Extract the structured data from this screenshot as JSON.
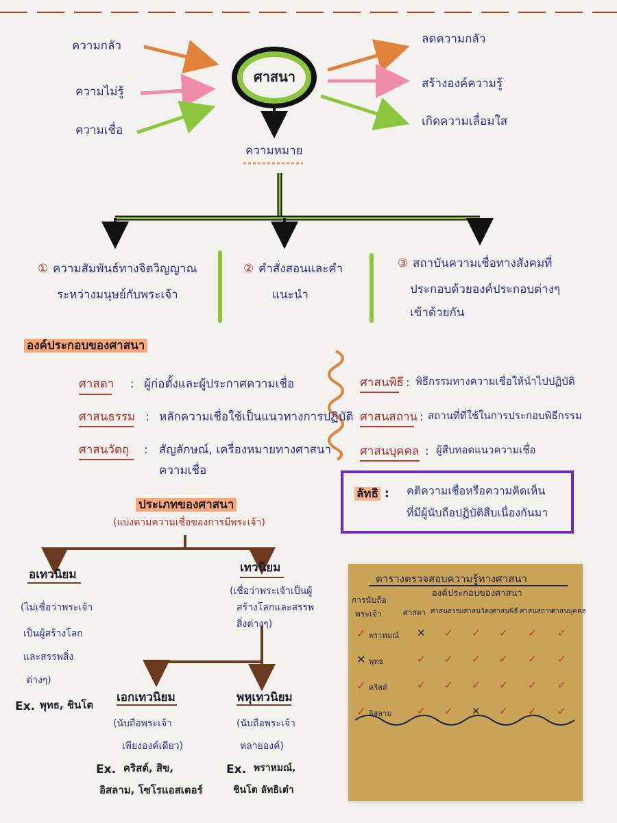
{
  "center": {
    "label": "ศาสนา"
  },
  "inputs": [
    "ความกลัว",
    "ความไม่รู้",
    "ความเชื่อ"
  ],
  "outputs": [
    "ลดความกลัว",
    "สร้างองค์ความรู้",
    "เกิดความเลื่อมใส"
  ],
  "meaning": {
    "title": "ความหมาย",
    "items": [
      {
        "num": "①",
        "line1": "ความสัมพันธ์ทางจิตวิญญาณ",
        "line2": "ระหว่างมนุษย์กับพระเจ้า"
      },
      {
        "num": "②",
        "line1": "คำสั่งสอนและคำ",
        "line2": "แนะนำ"
      },
      {
        "num": "③",
        "line1": "สถาบันความเชื่อทางสังคมที่",
        "line2": "ประกอบด้วยองค์ประกอบต่างๆ",
        "line3": "เข้าด้วยกัน"
      }
    ]
  },
  "components": {
    "title": "องค์ประกอบของศาสนา",
    "left": [
      {
        "term": "ศาสดา",
        "def": "ผู้ก่อตั้งและผู้ประกาศความเชื่อ"
      },
      {
        "term": "ศาสนธรรม",
        "def": "หลักความเชื่อใช้เป็นแนวทางการปฏิบัติ"
      },
      {
        "term": "ศาสนวัตถุ",
        "def": "สัญลักษณ์, เครื่องหมายทางศาสนา",
        "def2": "ความเชื่อ"
      }
    ],
    "right": [
      {
        "term": "ศาสนพิธี",
        "def": "พิธีกรรมทางความเชื่อให้นำไปปฏิบัติ"
      },
      {
        "term": "ศาสนสถาน",
        "def": "สถานที่ที่ใช้ในการประกอบพิธีกรรม"
      },
      {
        "term": "ศาสนบุคคล",
        "def": "ผู้สืบทอดแนวความเชื่อ"
      }
    ]
  },
  "cult": {
    "term": "ลัทธิ",
    "line1": "คติความเชื่อหรือความคิดเห็น",
    "line2": "ที่มีผู้นับถือปฏิบัติสืบเนื่องกันมา"
  },
  "types": {
    "title": "ประเภทของศาสนา",
    "subtitle": "(แบ่งตามความเชื่อของการมีพระเจ้า)",
    "atheism": {
      "name": "อเทวนิยม",
      "desc": [
        "(ไม่เชื่อว่าพระเจ้า",
        "เป็นผู้สร้างโลก",
        "และสรรพสิ่ง",
        "ต่างๆ)"
      ],
      "ex_label": "Ex.",
      "ex": "พุทธ, ชินโต"
    },
    "theism": {
      "name": "เทวนิยม",
      "desc": [
        "(เชื่อว่าพระเจ้าเป็นผู้",
        "สร้างโลกและสรรพ",
        "สิ่งต่างๆ)"
      ]
    },
    "mono": {
      "name": "เอกเทวนิยม",
      "desc": [
        "(นับถือพระเจ้า",
        "เพียงองค์เดียว)"
      ],
      "ex_label": "Ex.",
      "ex1": "คริสต์, สิข,",
      "ex2": "อิสลาม, โซโรแอสเตอร์"
    },
    "poly": {
      "name": "พหุเทวนิยม",
      "desc": [
        "(นับถือพระเจ้า",
        "หลายองค์)"
      ],
      "ex_label": "Ex.",
      "ex1": "พราหมณ์,",
      "ex2": "ชินโต ลัทธิเต๋า"
    }
  },
  "table": {
    "title": "ตารางตรวจสอบความรู้ทางศาสนา",
    "header_sub": "องค์ประกอบของศาสนา",
    "first_col": [
      "การนับถือ",
      "พระเจ้า"
    ],
    "columns": [
      "ศาสดา",
      "ศาสนธรรม",
      "ศาสนวัตถุ",
      "ศาสนพิธี",
      "ศาสนสถาน",
      "ศาสนบุคคล"
    ],
    "rows": [
      {
        "religion": "พราหมณ์",
        "god": "✓",
        "cells": [
          "✕",
          "✓",
          "✓",
          "✓",
          "✓",
          "✓"
        ]
      },
      {
        "religion": "พุทธ",
        "god": "✕",
        "cells": [
          "✓",
          "✓",
          "✓",
          "✓",
          "✓",
          "✓"
        ]
      },
      {
        "religion": "คริสต์",
        "god": "✓",
        "cells": [
          "✓",
          "✓",
          "✓",
          "✓",
          "✓",
          "✓"
        ]
      },
      {
        "religion": "อิสลาม",
        "god": "✓",
        "cells": [
          "✓",
          "✓",
          "✕",
          "✓",
          "✓",
          "✓"
        ]
      }
    ]
  },
  "colors": {
    "orange": "#e0823a",
    "pink": "#ef8da8",
    "green": "#8cc63f",
    "purple": "#6c2bb5",
    "brown": "#6b3a1e",
    "red_dash": "#c0392b"
  }
}
